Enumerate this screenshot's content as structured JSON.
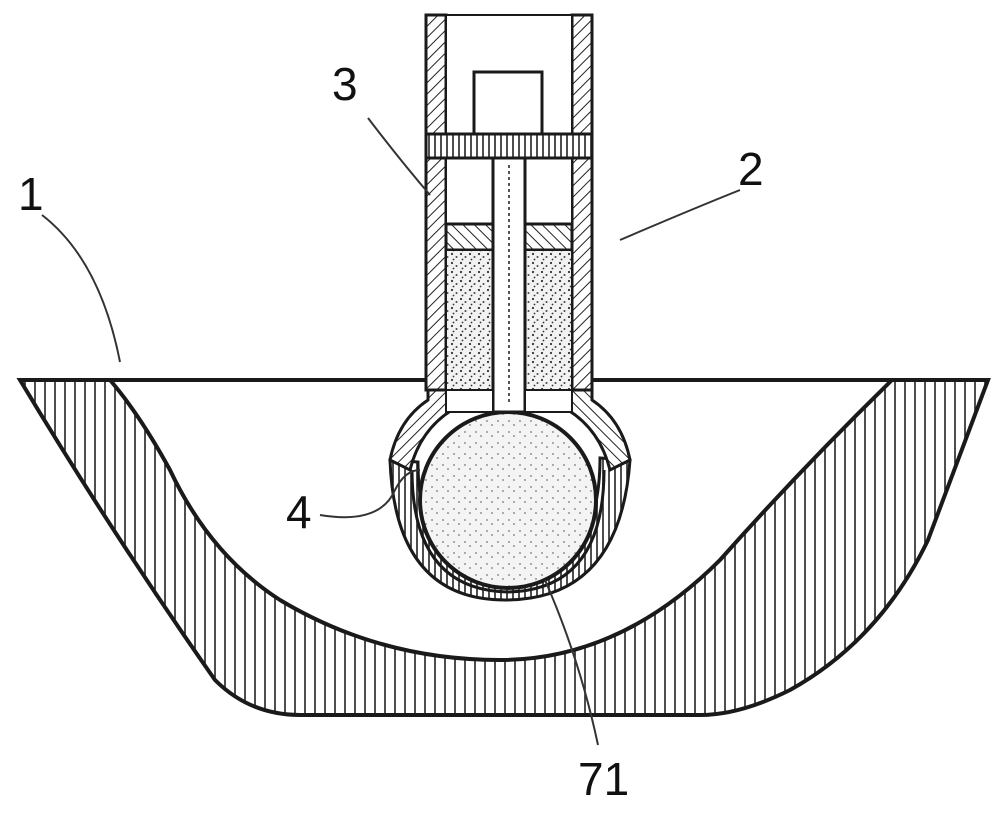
{
  "labels": {
    "l1": "1",
    "l2": "2",
    "l3": "3",
    "l4": "4",
    "l71": "71"
  },
  "colors": {
    "line": "#1a1a1a",
    "background": "#ffffff",
    "hatch": "#222222",
    "fill_gray": "#d9d9d9"
  }
}
